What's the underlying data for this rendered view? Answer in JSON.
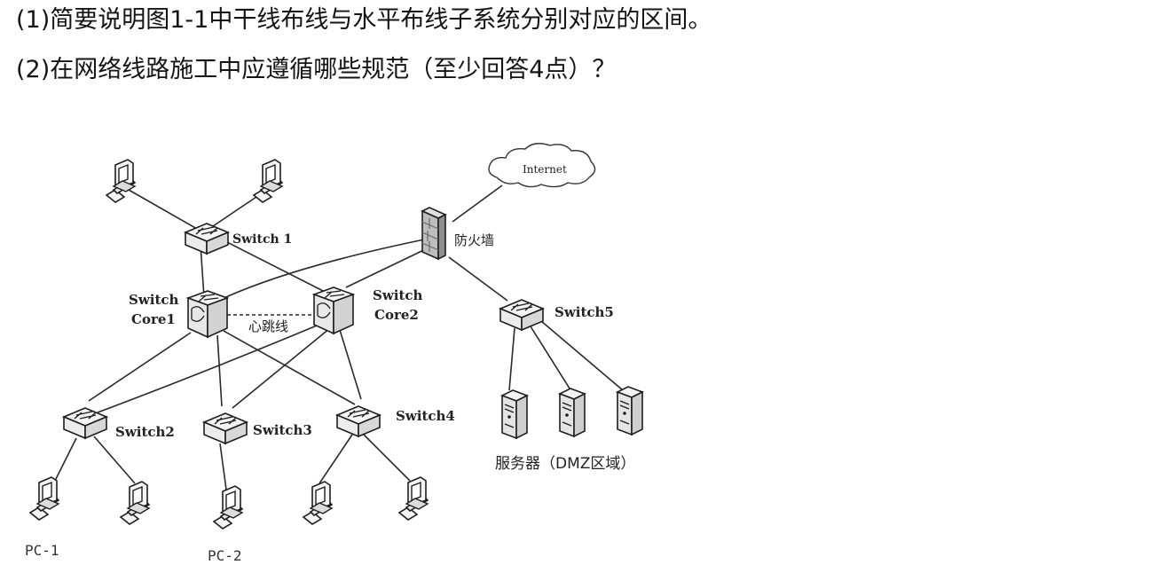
{
  "questions": [
    {
      "number": "(1)",
      "text": "简要说明图1-1中干线布线与水平布线子系统分别对应的区间。"
    },
    {
      "number": "(2)",
      "text": "在网络线路施工中应遵循哪些规范（至少回答4点）？"
    }
  ],
  "diagram": {
    "internet_label": "Internet",
    "firewall_label": "防火墙",
    "switch1_label": "Switch 1",
    "core1_label_line1": "Switch",
    "core1_label_line2": "Core1",
    "core2_label_line1": "Switch",
    "core2_label_line2": "Core2",
    "heartbeat_label": "心跳线",
    "switch2_label": "Switch2",
    "switch3_label": "Switch3",
    "switch4_label": "Switch4",
    "switch5_label": "Switch5",
    "servers_label": "服务器（DMZ区域）",
    "pc1_label": "PC-1",
    "pc2_label": "PC-2",
    "icon_names": [
      "computer-icon",
      "switch-icon",
      "core-switch-icon",
      "firewall-icon",
      "cloud-icon",
      "server-icon"
    ],
    "colors": {
      "line": "#2a2a2a",
      "device_fill": "#f2f2f2",
      "device_stroke": "#1e1e1e"
    }
  }
}
